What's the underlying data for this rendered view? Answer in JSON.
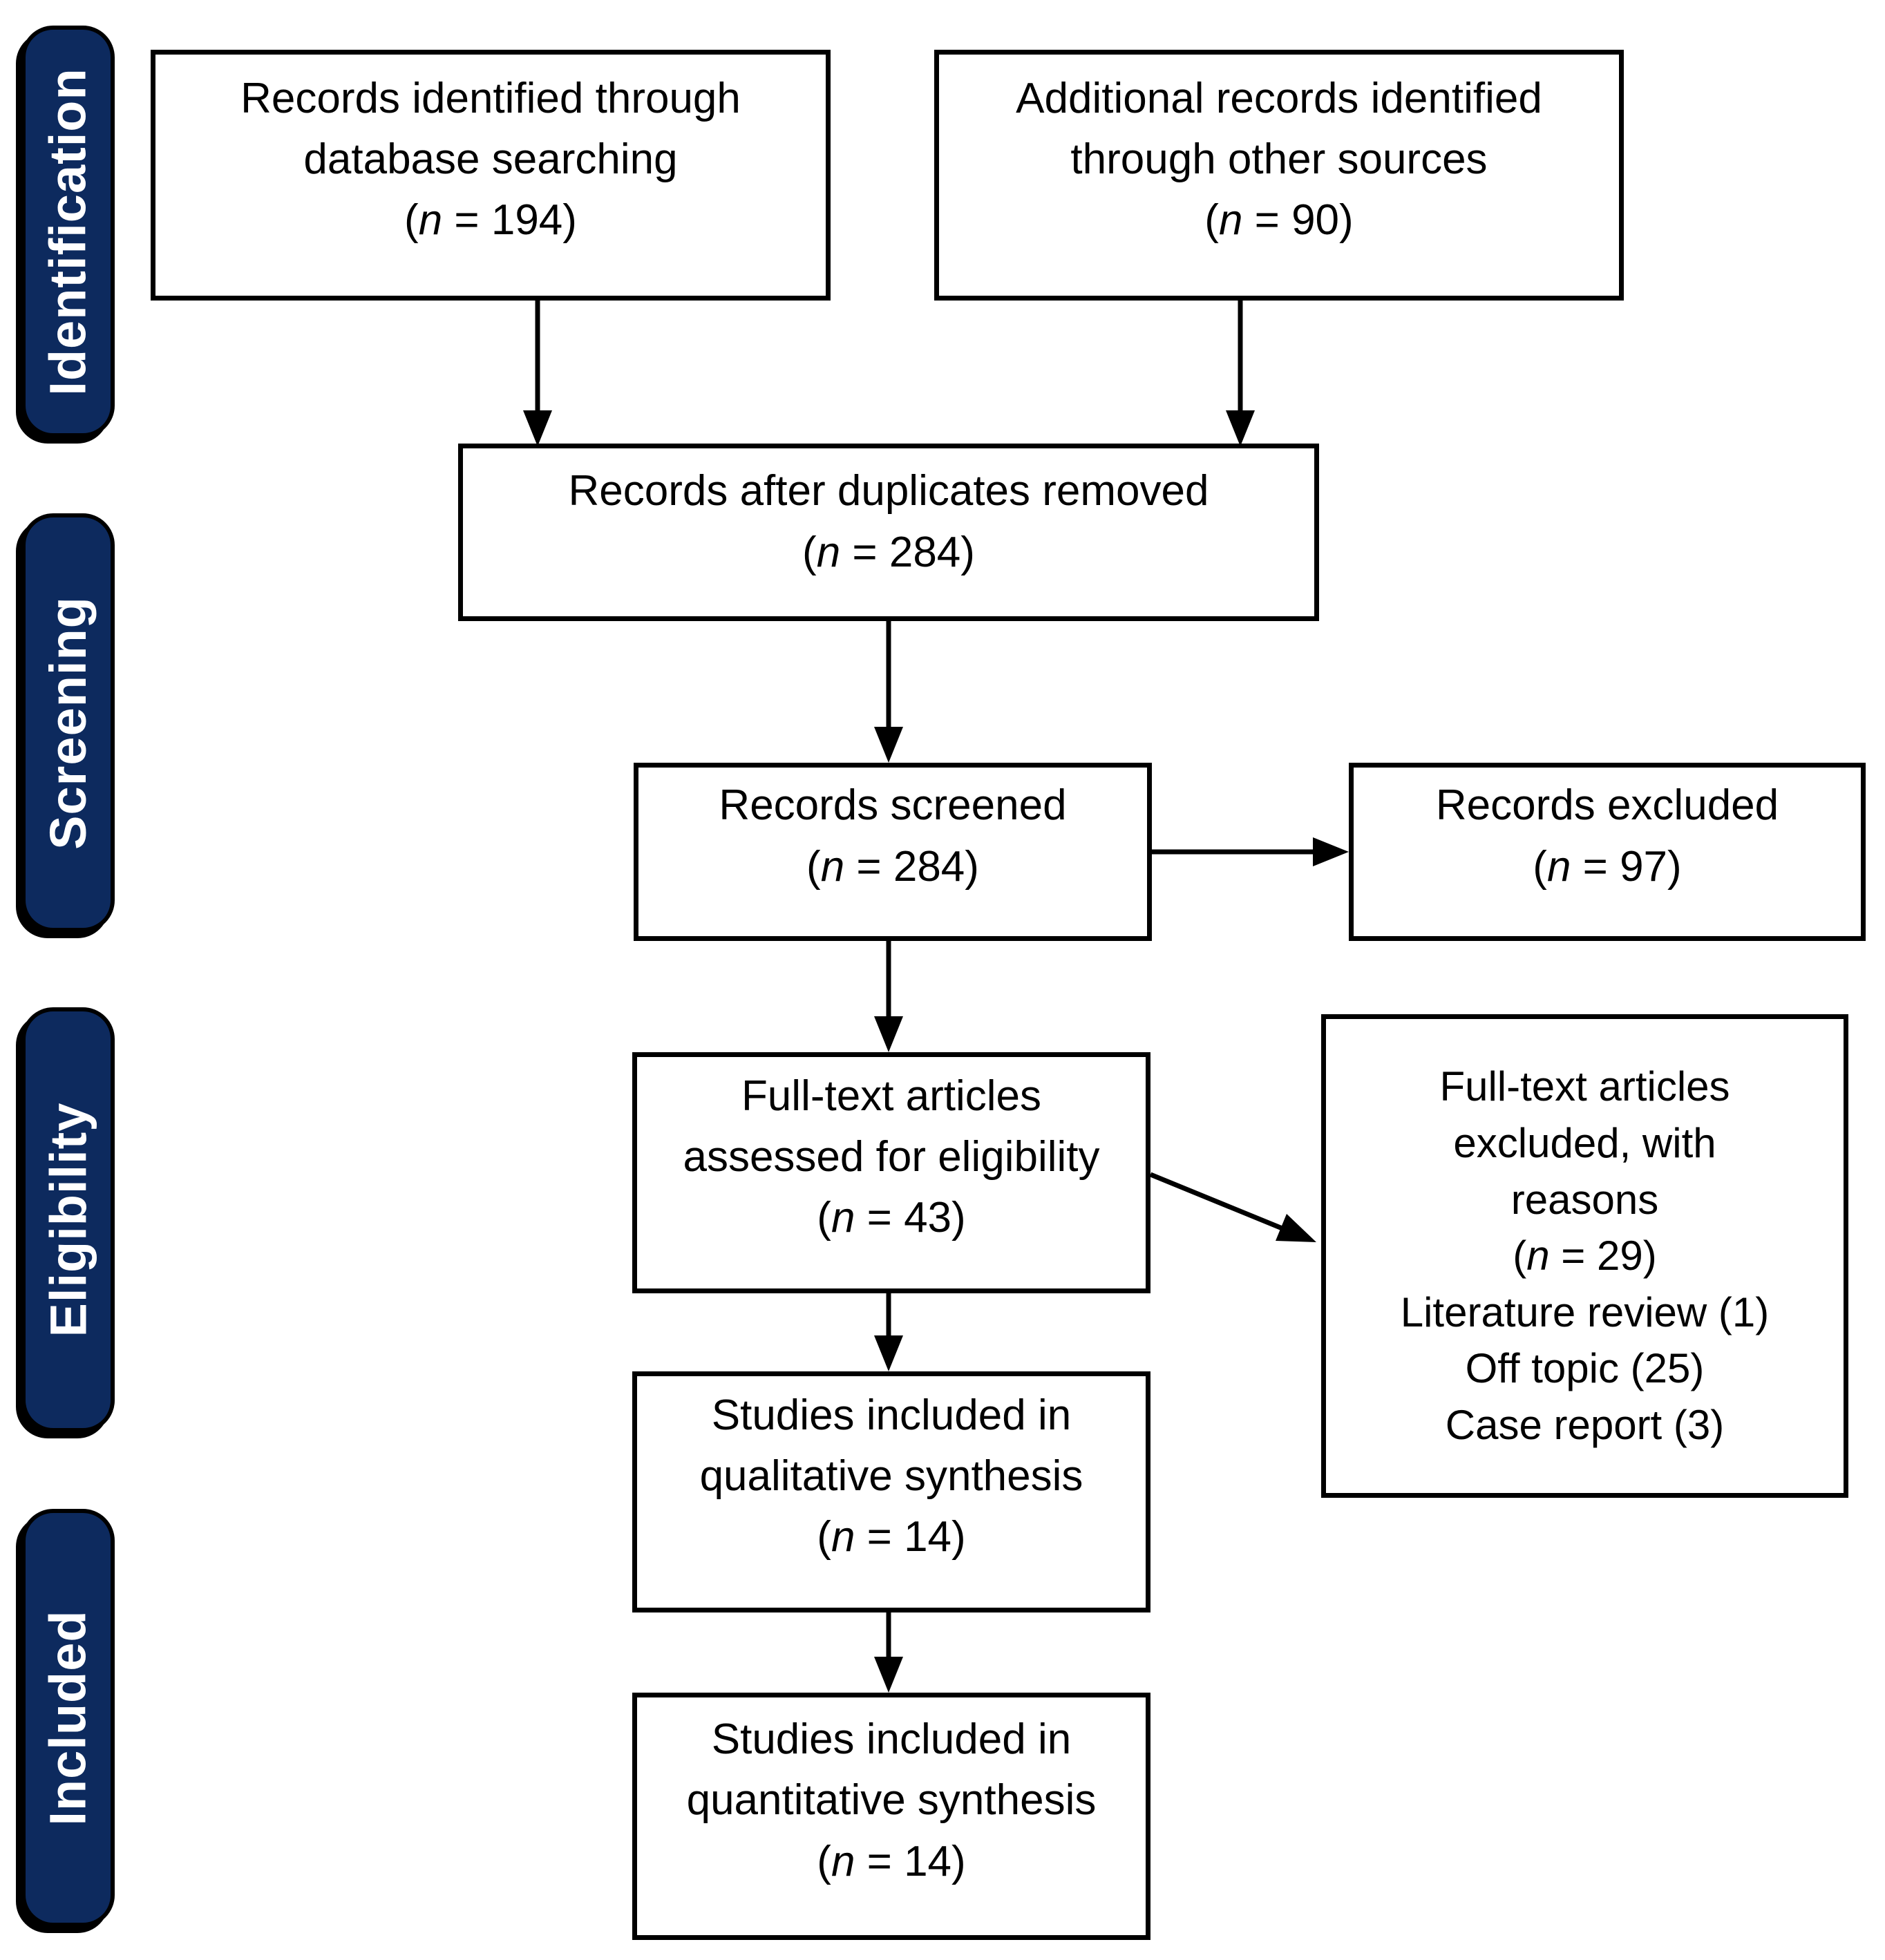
{
  "colors": {
    "stage_bg": "#0D2A5E",
    "stage_text": "#FFFFFF",
    "box_bg": "#FFFFFF",
    "box_border": "#000000",
    "arrow": "#000000"
  },
  "stages": [
    {
      "label": "Identification"
    },
    {
      "label": "Screening"
    },
    {
      "label": "Eligibility"
    },
    {
      "label": "Included"
    }
  ],
  "boxes": {
    "records_identified": {
      "title_lines": [
        "Records identified through",
        "database searching"
      ],
      "n": {
        "open": "(",
        "var": "n",
        "rest": " = 194)"
      }
    },
    "additional_records": {
      "title_lines": [
        "Additional records identified",
        "through other sources"
      ],
      "n": {
        "open": "(",
        "var": "n",
        "rest": " = 90)"
      }
    },
    "duplicates_removed": {
      "title_lines": [
        "Records after duplicates removed"
      ],
      "n": {
        "open": "(",
        "var": "n",
        "rest": " = 284)"
      }
    },
    "records_screened": {
      "title_lines": [
        "Records screened"
      ],
      "n": {
        "open": "(",
        "var": "n",
        "rest": " = 284)"
      }
    },
    "records_excluded": {
      "title_lines": [
        "Records excluded"
      ],
      "n": {
        "open": "(",
        "var": "n",
        "rest": " = 97)"
      }
    },
    "fulltext_assessed": {
      "title_lines": [
        "Full-text articles",
        "assessed for eligibility"
      ],
      "n": {
        "open": "(",
        "var": "n",
        "rest": " = 43)"
      }
    },
    "fulltext_excluded": {
      "title_lines": [
        "Full-text articles",
        "excluded, with",
        "reasons"
      ],
      "n": {
        "open": "(",
        "var": "n",
        "rest": " = 29)"
      },
      "reasons": [
        "Literature review (1)",
        "Off topic (25)",
        "Case report (3)"
      ]
    },
    "qualitative_synthesis": {
      "title_lines": [
        "Studies included in",
        "qualitative synthesis"
      ],
      "n": {
        "open": "(",
        "var": "n",
        "rest": " = 14)"
      }
    },
    "quantitative_synthesis": {
      "title_lines": [
        "Studies included in",
        "quantitative synthesis"
      ],
      "n": {
        "open": "(",
        "var": "n",
        "rest": " = 14)"
      }
    }
  }
}
